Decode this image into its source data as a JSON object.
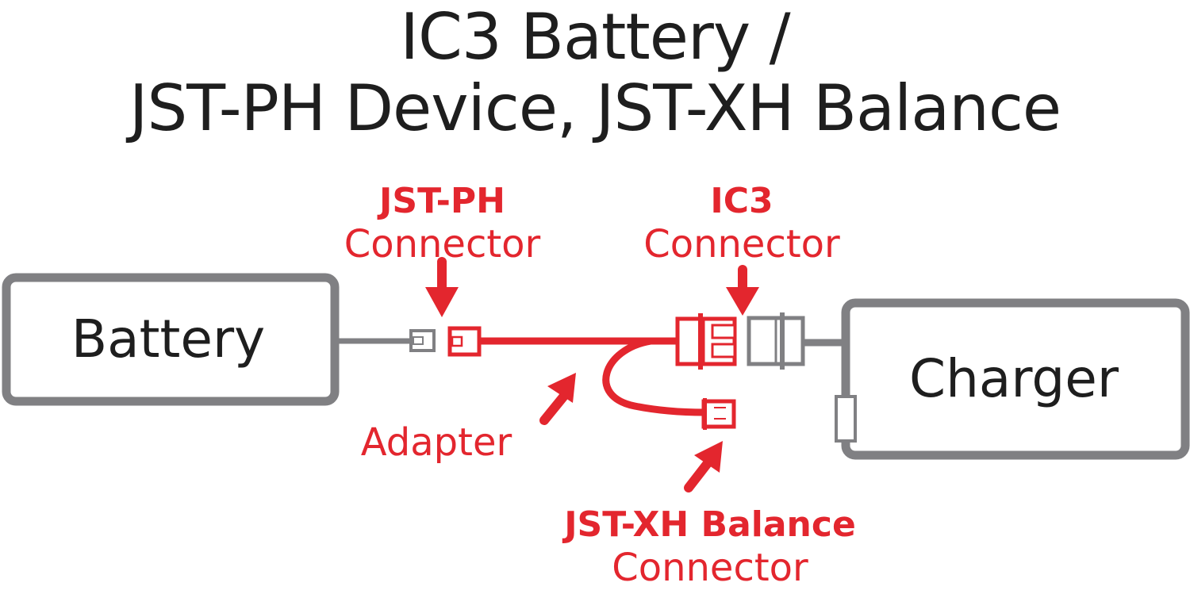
{
  "title": {
    "line1": "IC3 Battery /",
    "line2": "JST-PH Device, JST-XH Balance"
  },
  "devices": {
    "battery": "Battery",
    "charger": "Charger"
  },
  "labels": {
    "jst_ph": {
      "name": "JST-PH",
      "sub": "Connector"
    },
    "ic3": {
      "name": "IC3",
      "sub": "Connector"
    },
    "adapter": "Adapter",
    "jst_xh": {
      "name": "JST-XH Balance",
      "sub": "Connector"
    }
  },
  "colors": {
    "accent_red": "#e3262e",
    "device_gray": "#808083",
    "text_dark": "#1e1e1e"
  }
}
